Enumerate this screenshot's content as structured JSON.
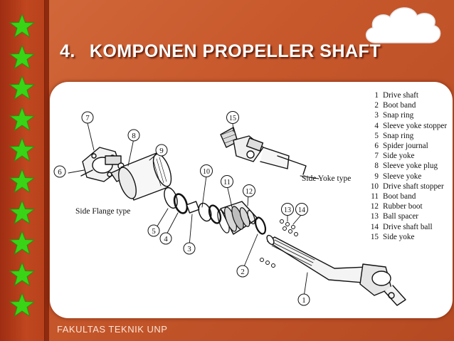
{
  "slide": {
    "title_number": "4.",
    "title": "KOMPONEN PROPELLER SHAFT",
    "footer": "FAKULTAS TEKNIK UNP"
  },
  "colors": {
    "background": "#c7582c",
    "sidebar": "#b03a18",
    "star": "#39d416",
    "panel": "#ffffff",
    "title": "#ffffff"
  },
  "decor": {
    "star_count": 10,
    "star_icon": "star-icon",
    "cloud_icon": "cloud-icon"
  },
  "diagram": {
    "side_flange_label": "Side Flange type",
    "side_yoke_label": "Side Yoke type",
    "callouts": [
      "1",
      "2",
      "3",
      "4",
      "5",
      "6",
      "7",
      "8",
      "9",
      "10",
      "11",
      "12",
      "13",
      "14",
      "15"
    ],
    "legend": [
      {
        "n": "1",
        "text": "Drive shaft"
      },
      {
        "n": "2",
        "text": "Boot band"
      },
      {
        "n": "3",
        "text": "Snap ring"
      },
      {
        "n": "4",
        "text": "Sleeve yoke stopper"
      },
      {
        "n": "5",
        "text": "Snap ring"
      },
      {
        "n": "6",
        "text": "Spider journal"
      },
      {
        "n": "7",
        "text": "Side yoke"
      },
      {
        "n": "8",
        "text": "Sleeve yoke plug"
      },
      {
        "n": "9",
        "text": "Sleeve yoke"
      },
      {
        "n": "10",
        "text": "Drive shaft stopper"
      },
      {
        "n": "11",
        "text": "Boot band"
      },
      {
        "n": "12",
        "text": "Rubber boot"
      },
      {
        "n": "13",
        "text": "Ball spacer"
      },
      {
        "n": "14",
        "text": "Drive shaft ball"
      },
      {
        "n": "15",
        "text": "Side yoke"
      }
    ]
  }
}
